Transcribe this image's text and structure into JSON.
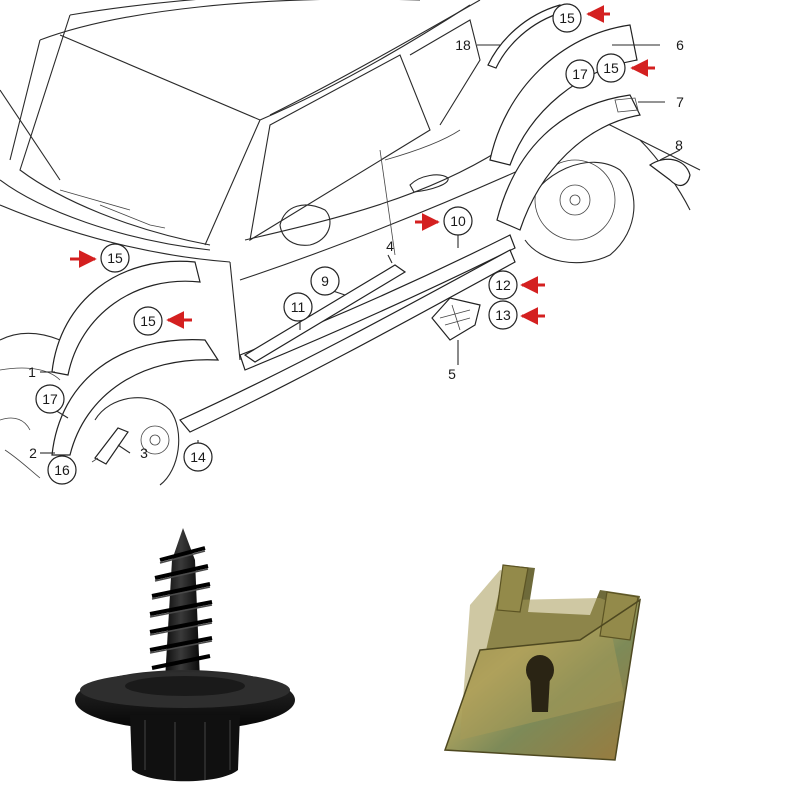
{
  "diagram": {
    "labels": {
      "p1": "1",
      "p2": "2",
      "p3": "3",
      "p4": "4",
      "p5": "5",
      "p6": "6",
      "p7": "7",
      "p8": "8",
      "p9": "9",
      "p10": "10",
      "p11": "11",
      "p12": "12",
      "p13": "13",
      "p14": "14",
      "p15a": "15",
      "p15b": "15",
      "p15c": "15",
      "p15d": "15",
      "p16": "16",
      "p17a": "17",
      "p17b": "17",
      "p18": "18"
    },
    "arrow_color": "#d42020"
  },
  "photos": {
    "screen_icon": "self-tapping-screw-with-washer",
    "clip_icon": "u-nut-speed-clip"
  }
}
